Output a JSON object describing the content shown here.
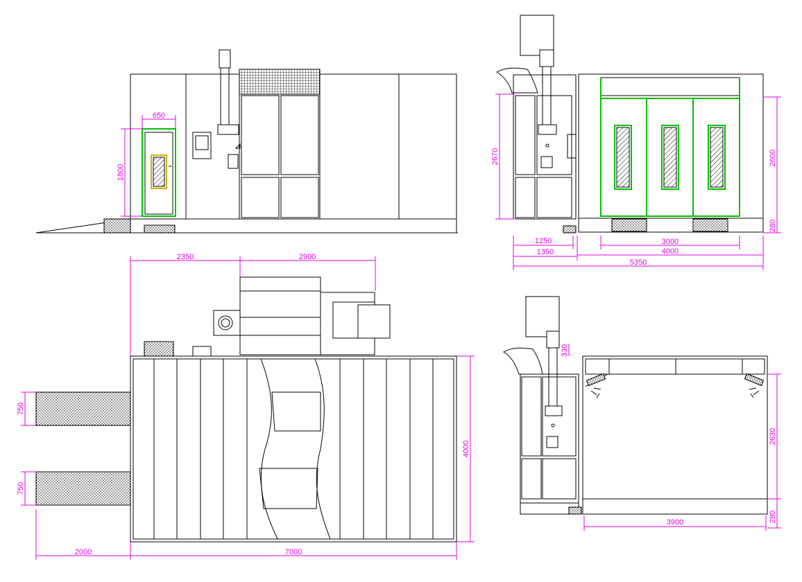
{
  "dims": {
    "front_door_width": "650",
    "front_door_height": "1800",
    "side_total_height": "2670",
    "side_left_width": "1250",
    "side_left_width2": "1350",
    "side_total_width": "5350",
    "side_inner_width": "3000",
    "side_inner_width2": "4000",
    "side_door_height": "2600",
    "side_base_height": "280",
    "plan_top_left": "2350",
    "plan_top_right": "2900",
    "plan_duct_1": "750",
    "plan_duct_2": "750",
    "plan_depth": "4000",
    "plan_ramp_len": "2000",
    "plan_length": "7000",
    "section_top": "330",
    "section_height": "2630",
    "section_width": "3900",
    "section_base": "280"
  },
  "colors": {
    "dimension": "#e000e0",
    "door_frame": "#00c000",
    "window_frame": "#c8b400",
    "linework": "#000000"
  }
}
